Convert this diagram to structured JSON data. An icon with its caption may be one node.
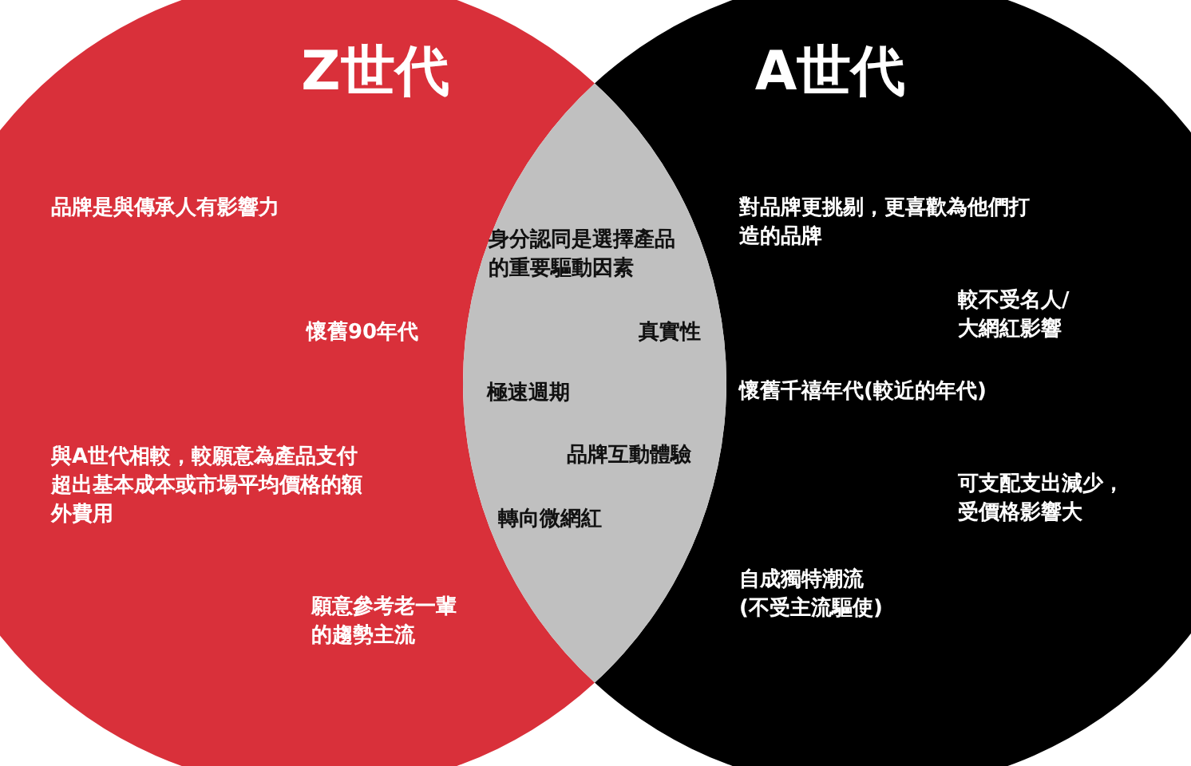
{
  "diagram": {
    "nodes": [
      {
        "text": [
          "Z世代",
          "品牌是與傳承人有影響力",
          "懷舊90年代",
          "與A世代相較，較願意為產品支付超出基本成本或市場平均價格的額外費用",
          "願意參考老一輩的趨勢主流"
        ]
      },
      {
        "text": [
          "A世代",
          "對品牌更挑剔，更喜歡為他們打造的品牌",
          "較不受名人/大網紅影響",
          "懷舊千禧年代(較近的年代)",
          "可支配支出減少，受價格影響大",
          "自成獨特潮流(不受主流驅使)"
        ]
      },
      {
        "text": [
          "身分認同是選擇產品的重要驅動因素",
          "真實性",
          "極速週期",
          "品牌互動體驗",
          "轉向微網紅"
        ]
      }
    ]
  }
}
